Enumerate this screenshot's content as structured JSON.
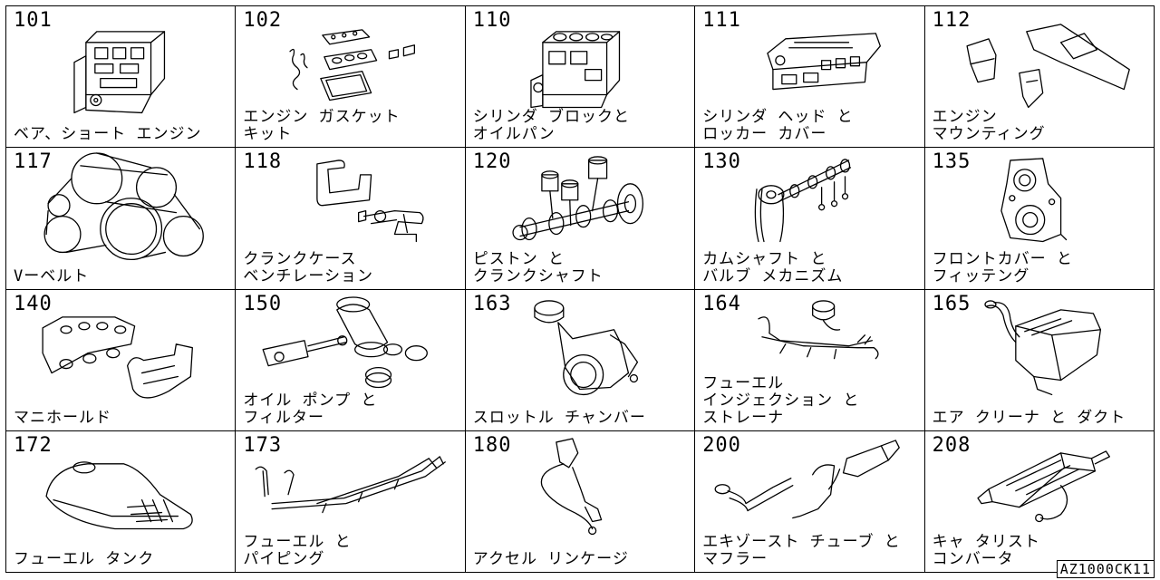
{
  "cells": [
    {
      "code": "101",
      "label": [
        "ベア、ショート エンジン"
      ],
      "icon": "engine-block-icon"
    },
    {
      "code": "102",
      "label": [
        "エンジン ガスケット",
        "キット"
      ],
      "icon": "gasket-kit-icon"
    },
    {
      "code": "110",
      "label": [
        "シリンダ ブロックと",
        "オイルパン"
      ],
      "icon": "cylinder-block-icon"
    },
    {
      "code": "111",
      "label": [
        "シリンダ ヘッド と",
        "ロッカー カバー"
      ],
      "icon": "cylinder-head-icon"
    },
    {
      "code": "112",
      "label": [
        "エンジン",
        "マウンティング"
      ],
      "icon": "engine-mount-icon"
    },
    {
      "code": "117",
      "label": [
        "Vーベルト"
      ],
      "icon": "v-belt-icon"
    },
    {
      "code": "118",
      "label": [
        "クランクケース",
        "ベンチレーション"
      ],
      "icon": "ventilation-hose-icon"
    },
    {
      "code": "120",
      "label": [
        "ピストン と",
        "クランクシャフト"
      ],
      "icon": "piston-crankshaft-icon"
    },
    {
      "code": "130",
      "label": [
        "カムシャフト と",
        "バルブ メカニズム"
      ],
      "icon": "camshaft-icon"
    },
    {
      "code": "135",
      "label": [
        "フロントカバー と",
        "フィッテング"
      ],
      "icon": "front-cover-icon"
    },
    {
      "code": "140",
      "label": [
        "マニホールド"
      ],
      "icon": "manifold-icon"
    },
    {
      "code": "150",
      "label": [
        "オイル ポンプ と",
        "フィルター"
      ],
      "icon": "oil-pump-filter-icon"
    },
    {
      "code": "163",
      "label": [
        "スロットル チャンバー"
      ],
      "icon": "throttle-chamber-icon"
    },
    {
      "code": "164",
      "label": [
        "フューエル",
        "インジェクション と",
        "ストレーナ"
      ],
      "icon": "fuel-injection-icon"
    },
    {
      "code": "165",
      "label": [
        "エア クリーナ と ダクト"
      ],
      "icon": "air-cleaner-icon"
    },
    {
      "code": "172",
      "label": [
        "フューエル タンク"
      ],
      "icon": "fuel-tank-icon"
    },
    {
      "code": "173",
      "label": [
        "フューエル と",
        "パイピング"
      ],
      "icon": "fuel-piping-icon"
    },
    {
      "code": "180",
      "label": [
        "アクセル リンケージ"
      ],
      "icon": "accelerator-linkage-icon"
    },
    {
      "code": "200",
      "label": [
        "エキゾースト チューブ と",
        "マフラー"
      ],
      "icon": "exhaust-muffler-icon"
    },
    {
      "code": "208",
      "label": [
        "キャ タリスト",
        "コンバータ"
      ],
      "icon": "catalytic-converter-icon"
    }
  ],
  "diagram_code": "AZ1000CK11"
}
